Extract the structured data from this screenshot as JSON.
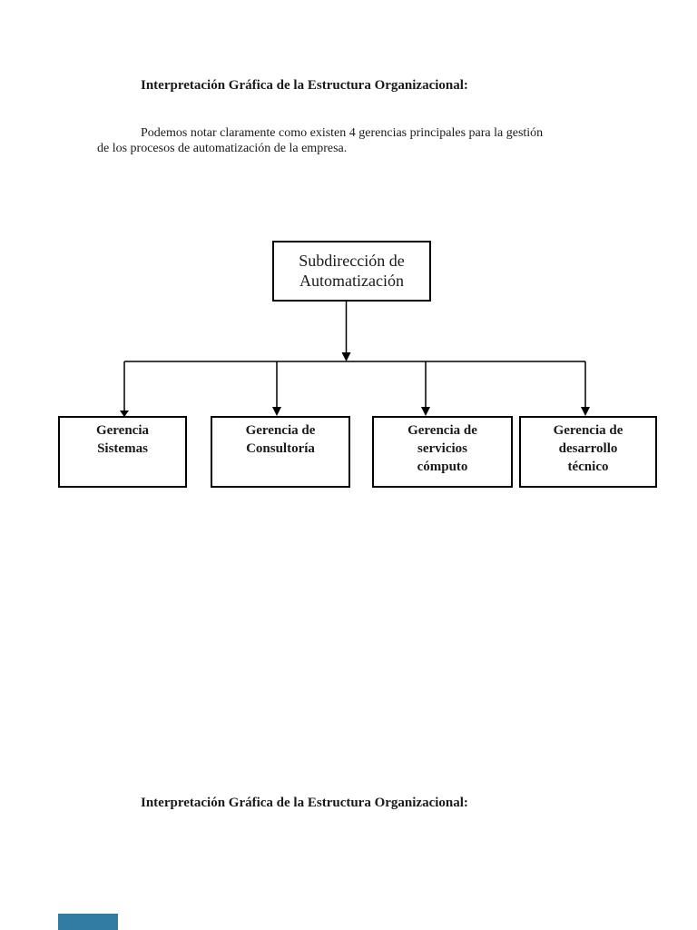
{
  "page": {
    "heading_top": "Interpretación Gráfica de la Estructura Organizacional:",
    "heading_bottom": "Interpretación Gráfica de la Estructura Organizacional:",
    "paragraph_lines": [
      "Podemos notar claramente como existen 4 gerencias principales para la gestión",
      "de los procesos de automatización de la empresa."
    ]
  },
  "org_chart": {
    "line_color": "#000000",
    "root": {
      "lines": [
        "Subdirección de",
        "Automatización"
      ]
    },
    "children": [
      {
        "lines": [
          "Gerencia",
          "Sistemas"
        ]
      },
      {
        "lines": [
          "Gerencia de",
          "Consultoría"
        ]
      },
      {
        "lines": [
          "Gerencia de",
          "servicios",
          "cómputo"
        ]
      },
      {
        "lines": [
          "Gerencia de",
          "desarrollo",
          "técnico"
        ]
      }
    ]
  },
  "decorations": {
    "next_page_sliver_color": "#337ca1"
  }
}
